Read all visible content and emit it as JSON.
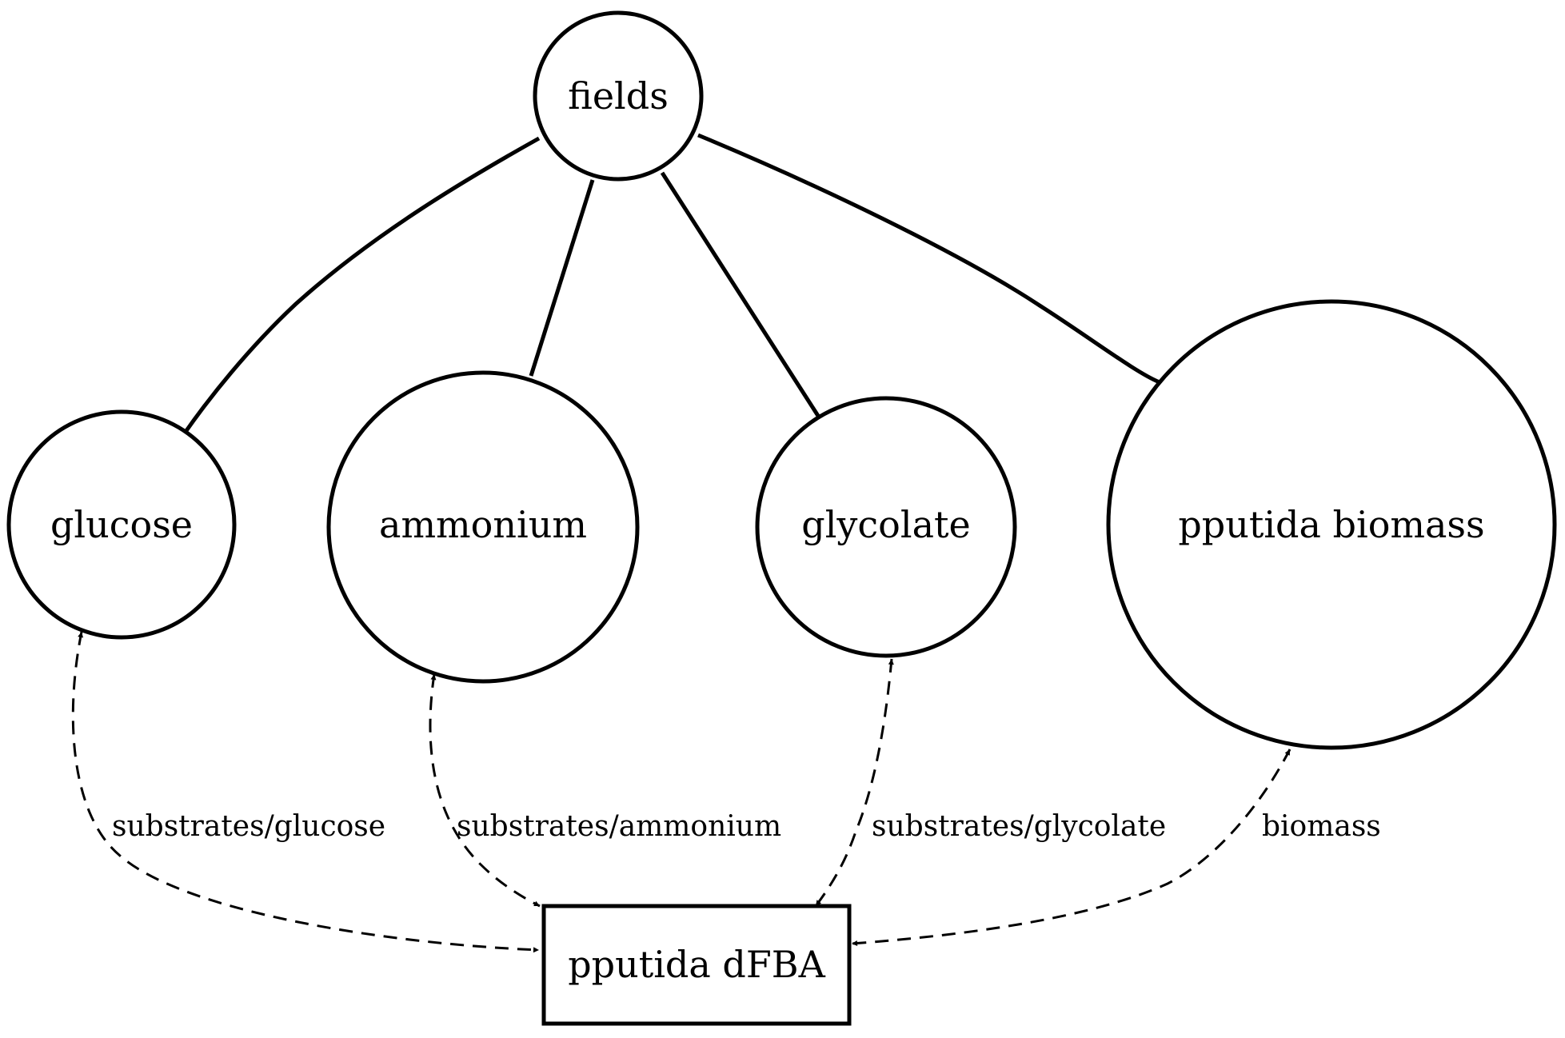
{
  "nodes": {
    "fields": "fields",
    "glucose": "glucose",
    "ammonium": "ammonium",
    "glycolate": "glycolate",
    "biomass": "pputida biomass",
    "process": "pputida dFBA"
  },
  "port_labels": {
    "glucose": "substrates/glucose",
    "ammonium": "substrates/ammonium",
    "glycolate": "substrates/glycolate",
    "biomass": "biomass"
  }
}
